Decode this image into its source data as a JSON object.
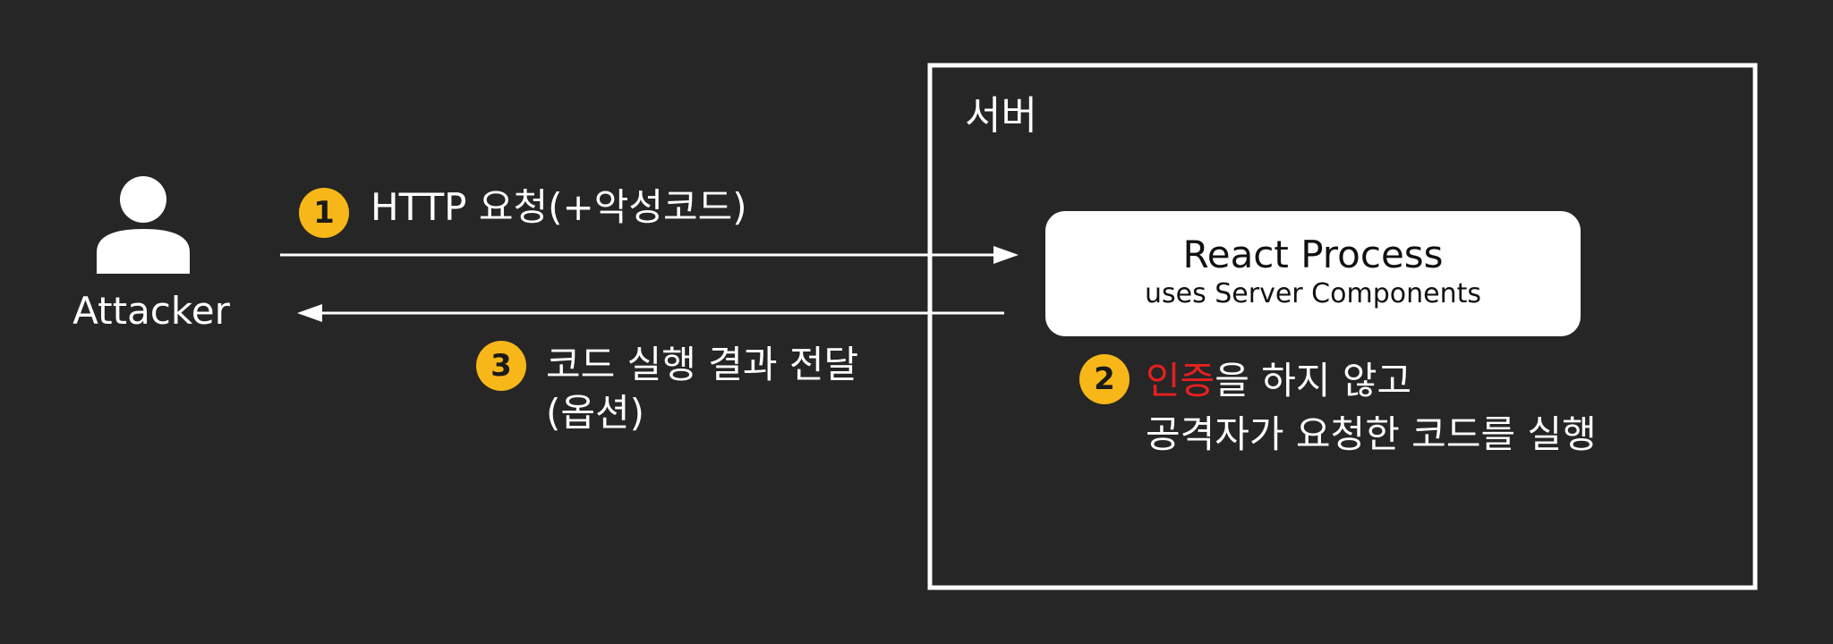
{
  "server": {
    "label": "서버"
  },
  "attacker": {
    "label": "Attacker"
  },
  "process": {
    "title": "React Process",
    "subtitle": "uses Server Components"
  },
  "steps": [
    {
      "number": "1",
      "text": "HTTP 요청(+악성코드)"
    },
    {
      "number": "2",
      "highlight": "인증",
      "text_rest": "을 하지 않고",
      "line2": "공격자가 요청한 코드를 실행"
    },
    {
      "number": "3",
      "line1": "코드 실행 결과 전달",
      "line2": "(옵션)"
    }
  ],
  "colors": {
    "background": "#262626",
    "foreground": "#ffffff",
    "badge": "#f7b718",
    "highlight": "#e81f1f"
  }
}
